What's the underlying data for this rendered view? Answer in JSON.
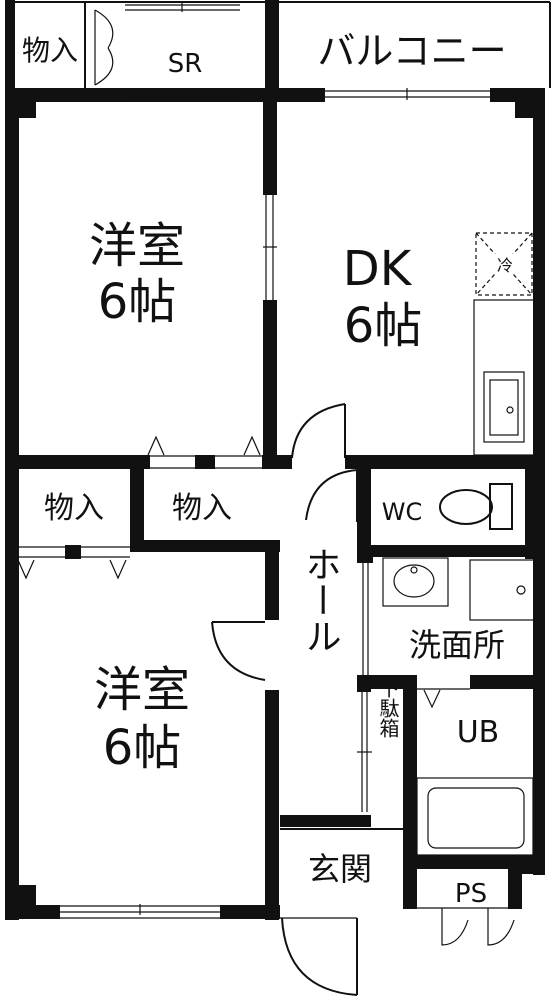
{
  "rooms": {
    "closet_top": "物入",
    "storage_room": "SR",
    "balcony": "バルコニー",
    "western_room_top": {
      "name": "洋室",
      "size": "6帖"
    },
    "dining_kitchen": {
      "name": "DK",
      "size": "6帖"
    },
    "closet_mid_left": "物入",
    "closet_mid_right": "物入",
    "toilet": "WC",
    "hall": "ホール",
    "washroom": "洗面所",
    "unit_bath": "UB",
    "shoe_cabinet": "下駄箱",
    "western_room_bottom": {
      "name": "洋室",
      "size": "6帖"
    },
    "entrance": "玄関",
    "pipe_space": "PS"
  },
  "fixtures": {
    "fridge": "冷"
  }
}
